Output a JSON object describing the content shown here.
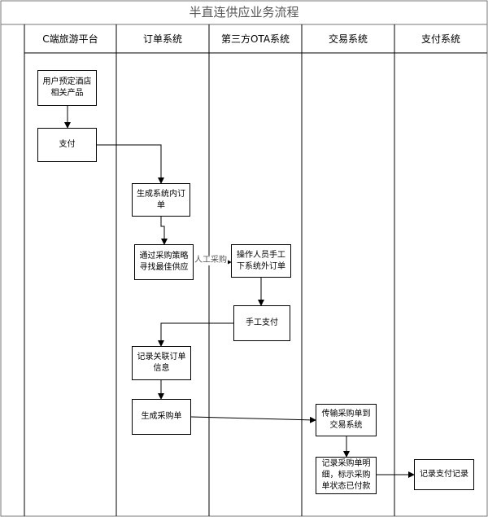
{
  "title": "半直连供应业务流程",
  "lanes": [
    "C端旅游平台",
    "订单系统",
    "第三方OTA系统",
    "交易系统",
    "支付系统"
  ],
  "nodes": {
    "user_book": "用户预定酒店\n相关产品",
    "pay": "支付",
    "gen_order": "生成系统内订\n单",
    "procure_strategy": "通过采购策略\n寻找最佳供应",
    "manual_order": "操作人员手工\n下系统外订单",
    "manual_pay": "手工支付",
    "record_link": "记录关联订单\n信息",
    "gen_purchase": "生成采购单",
    "transfer_purchase": "传输采购单到\n交易系统",
    "record_detail": "记录采购单明\n细，标示采购\n单状态已付款",
    "record_payment": "记录支付记录"
  },
  "edge_labels": {
    "manual_procure": "人工采购"
  }
}
